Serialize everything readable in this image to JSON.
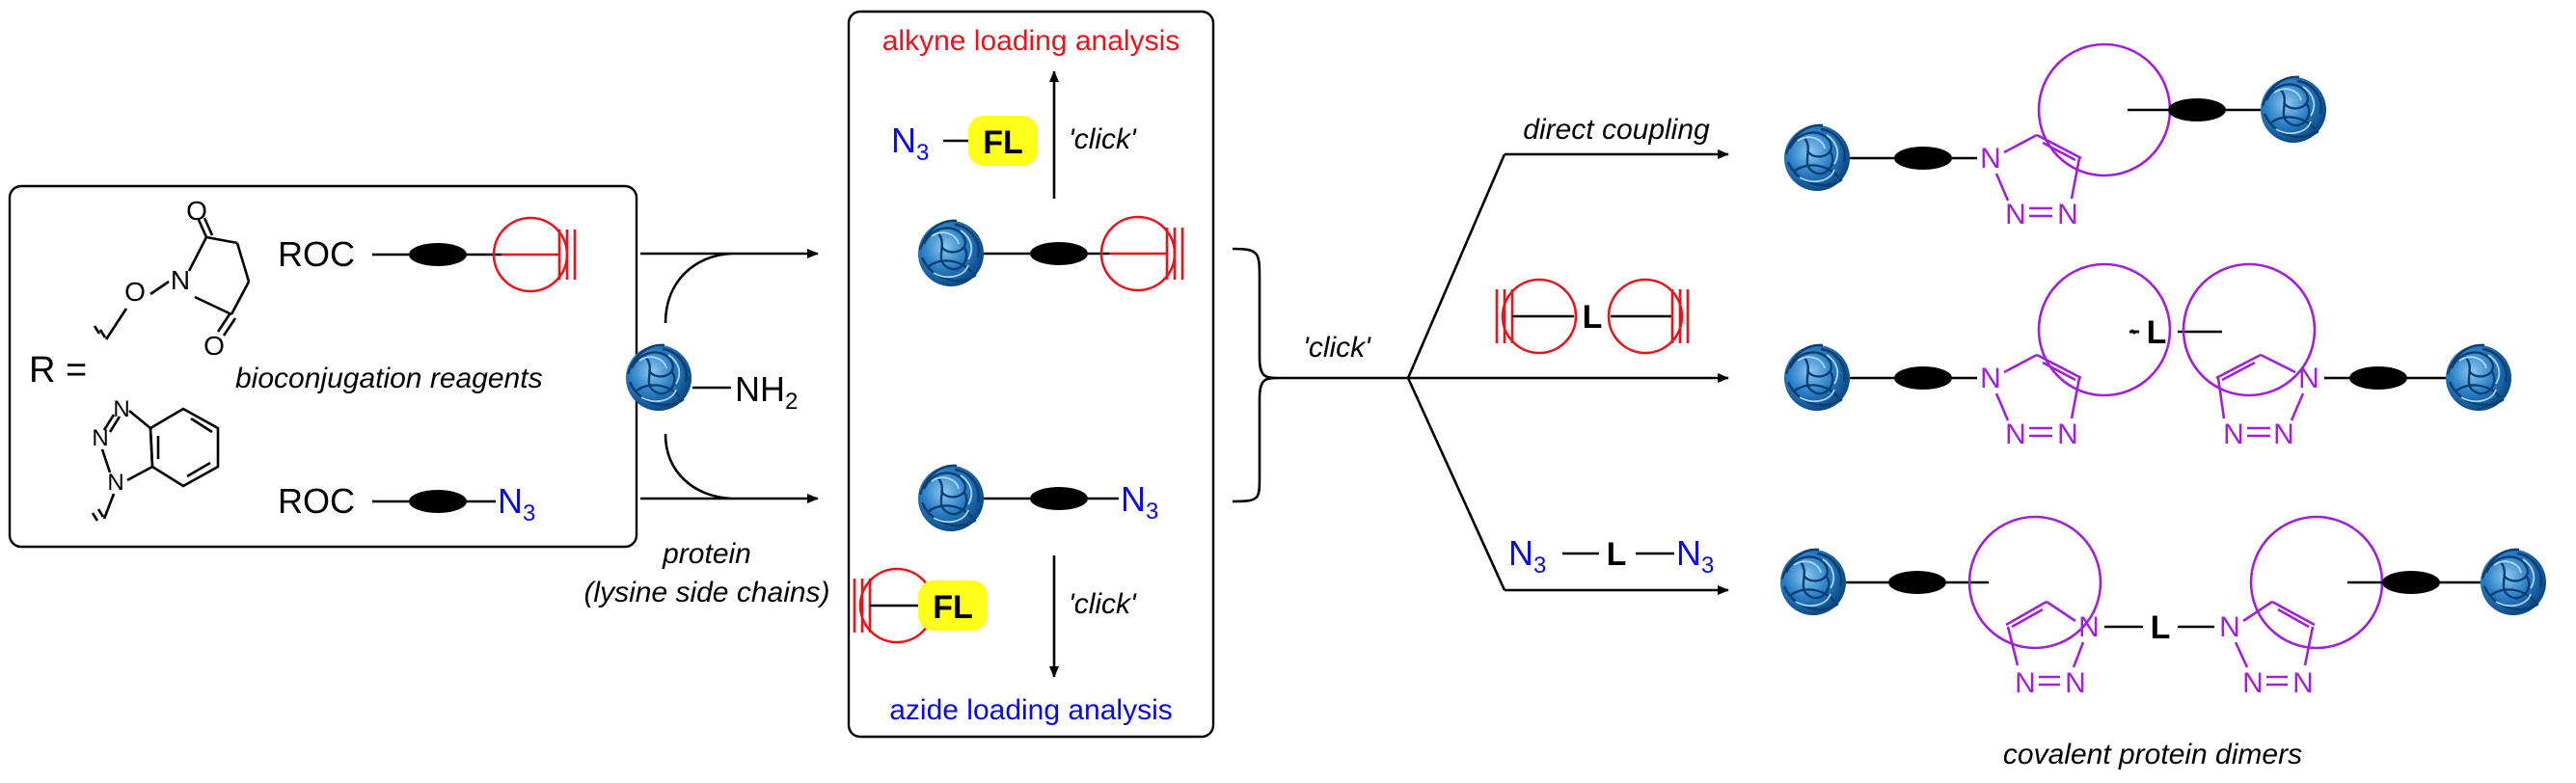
{
  "reagents_panel": {
    "r_label": "R =",
    "roc": "ROC",
    "caption": "bioconjugation reagents",
    "nhs_o": "O",
    "nhs_n": "N",
    "n": "N",
    "n3": "N",
    "sub3": "3"
  },
  "protein": {
    "nh2": "NH",
    "sub2": "2",
    "caption_line1": "protein",
    "caption_line2": "(lysine side chains)"
  },
  "analysis_panel": {
    "alkyne_title": "alkyne loading analysis",
    "azide_title": "azide loading analysis",
    "click": "'click'",
    "fl": "FL"
  },
  "routes": {
    "click": "'click'",
    "direct_coupling": "direct coupling",
    "linker": "L"
  },
  "dimers_caption": "covalent protein dimers",
  "colors": {
    "alkyne": "#e8141c",
    "azide": "#0a0adc",
    "triazole": "#a020d8",
    "protein": "#2a7fc6",
    "fluorophore": "#ffff1a"
  }
}
